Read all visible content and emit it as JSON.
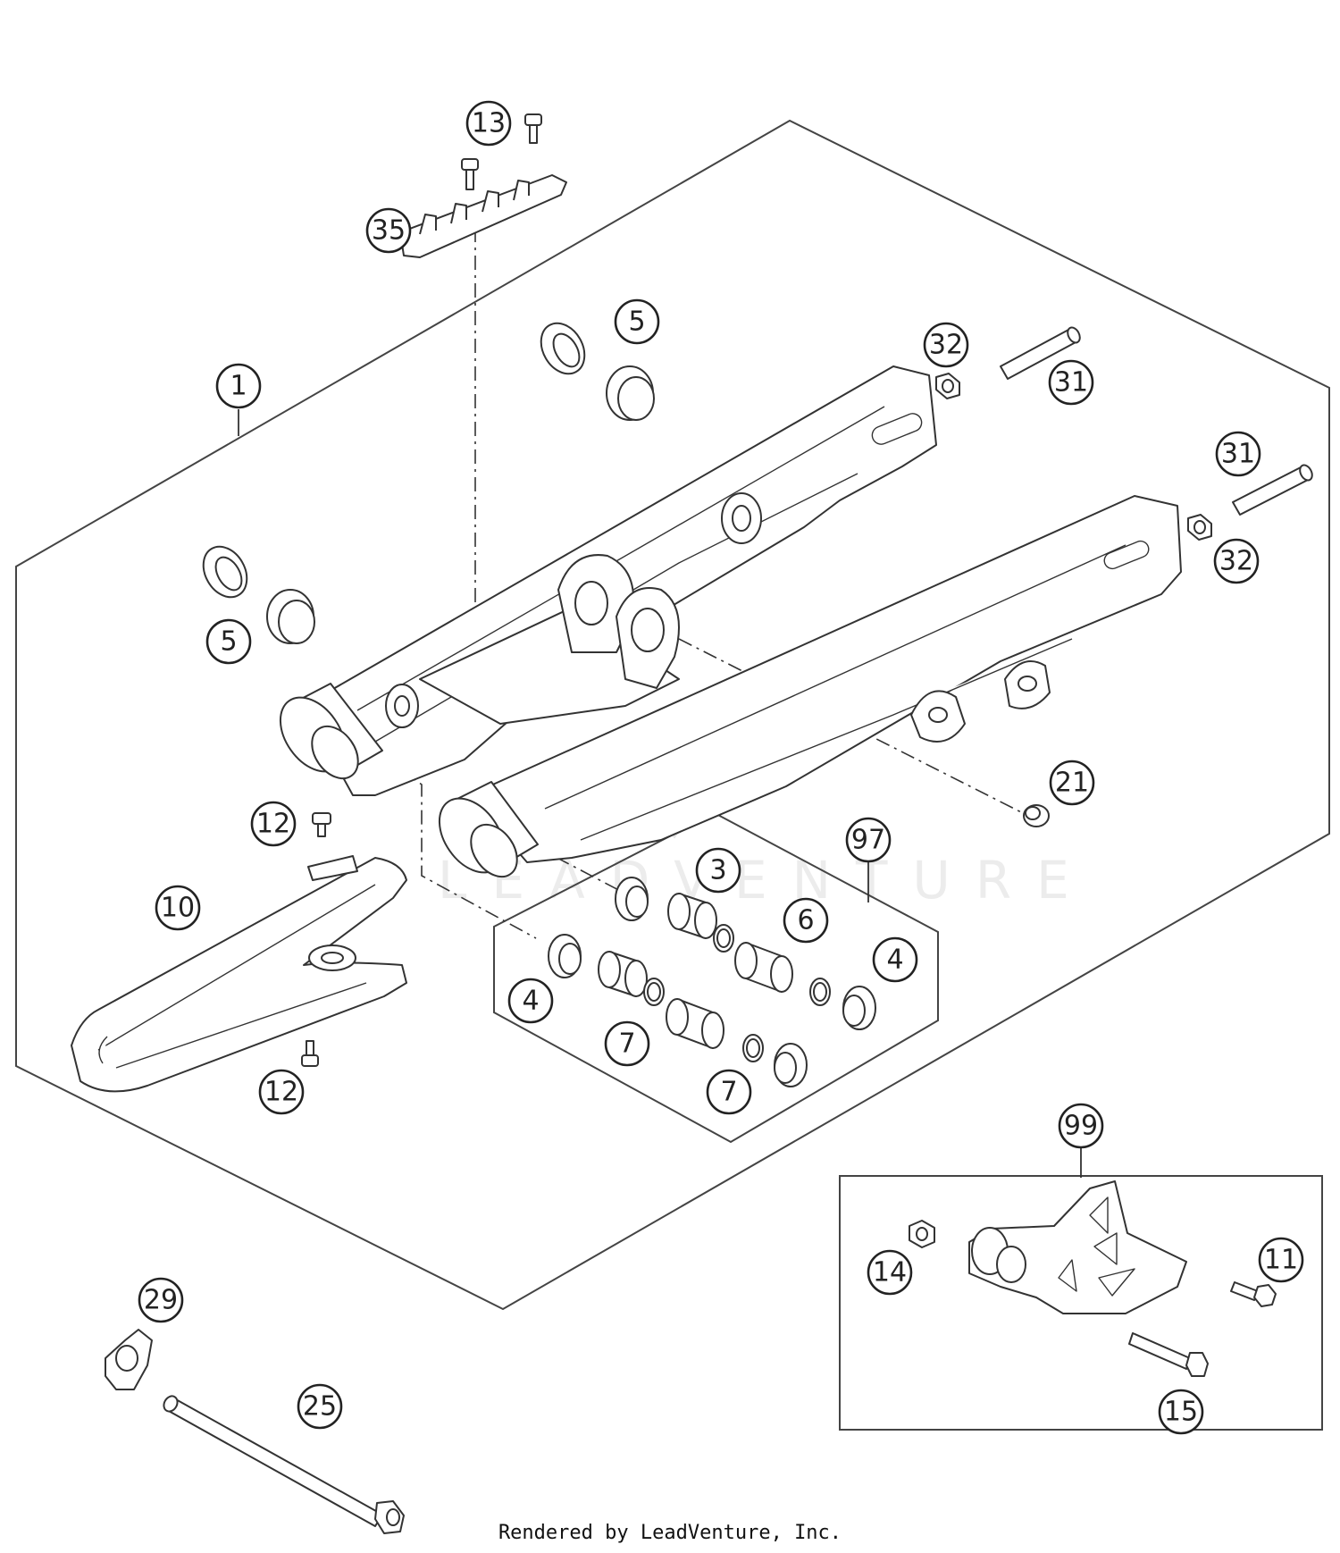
{
  "footer": "Rendered by LeadVenture, Inc.",
  "watermark": "LEADVENTURE",
  "callouts": {
    "c13": "13",
    "c35": "35",
    "c5a": "5",
    "c32a": "32",
    "c31a": "31",
    "c1": "1",
    "c31b": "31",
    "c32b": "32",
    "c5b": "5",
    "c21": "21",
    "c12a": "12",
    "c97": "97",
    "c3": "3",
    "c10": "10",
    "c6": "6",
    "c4a": "4",
    "c4b": "4",
    "c7a": "7",
    "c12b": "12",
    "c7b": "7",
    "c99": "99",
    "c11": "11",
    "c14": "14",
    "c29": "29",
    "c15": "15",
    "c25": "25"
  }
}
